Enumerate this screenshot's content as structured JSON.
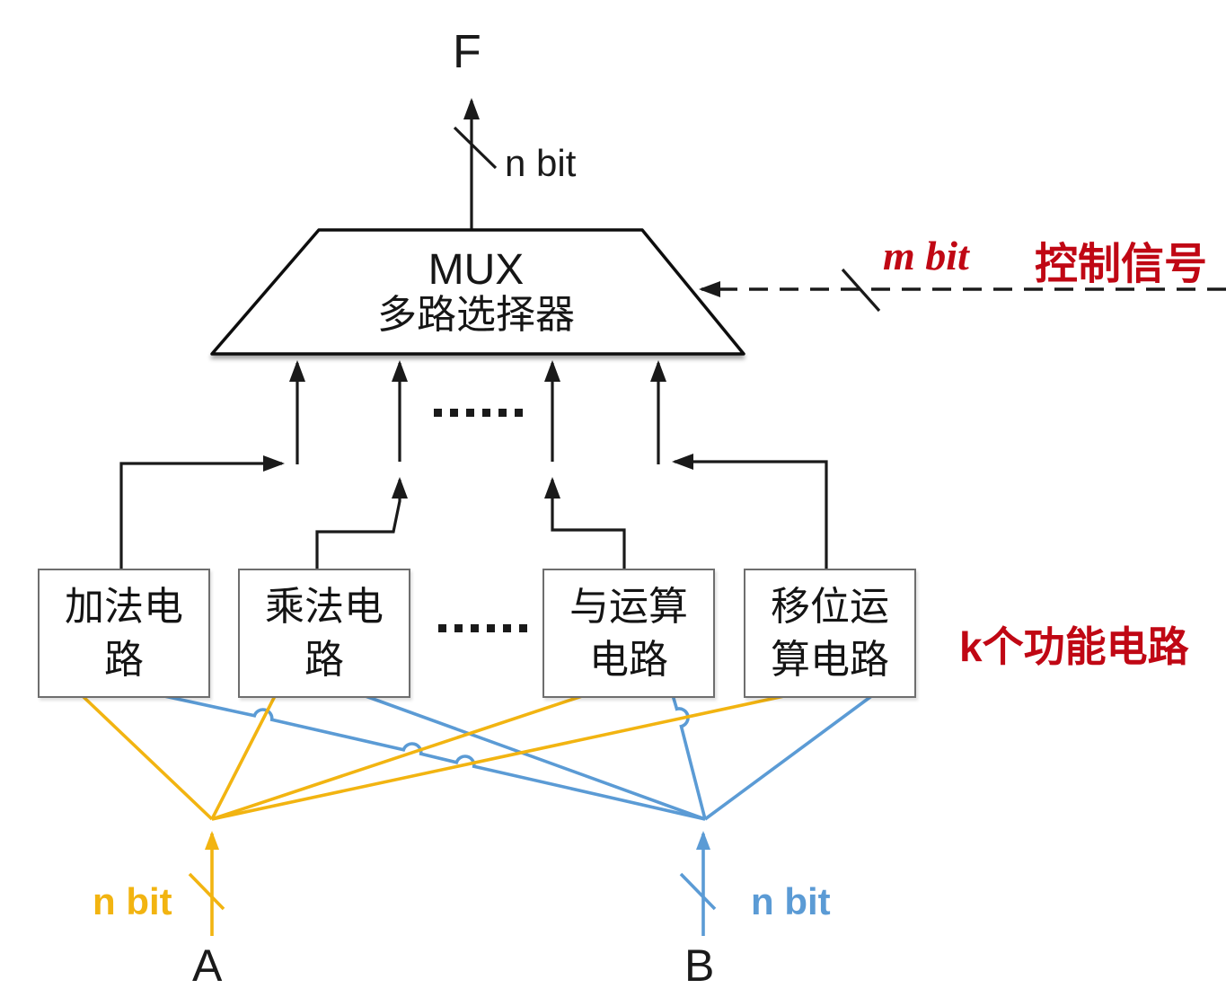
{
  "labels": {
    "output": "F",
    "output_bus_width": "n bit",
    "mux_title": "MUX",
    "mux_subtitle": "多路选择器",
    "control_bus_width": "m bit",
    "control_signal": "控制信号",
    "ellipsis": "……",
    "k_functional_circuits": "k个功能电路",
    "input_a_bus_width": "n bit",
    "input_a": "A",
    "input_b_bus_width": "n bit",
    "input_b": "B"
  },
  "boxes": [
    {
      "name": "加法电路",
      "lines": [
        "加法电",
        "路"
      ]
    },
    {
      "name": "乘法电路",
      "lines": [
        "乘法电",
        "路"
      ]
    },
    {
      "name": "与运算电路",
      "lines": [
        "与运算",
        "电路"
      ]
    },
    {
      "name": "移位运算电路",
      "lines": [
        "移位运",
        "算电路"
      ]
    }
  ],
  "colors": {
    "line_black": "#1a1a1a",
    "bus_a_yellow": "#f2b411",
    "bus_b_blue": "#5b9bd5",
    "annotation_red": "#c00714",
    "box_border_gray": "#6e6e6e",
    "background": "#ffffff"
  }
}
